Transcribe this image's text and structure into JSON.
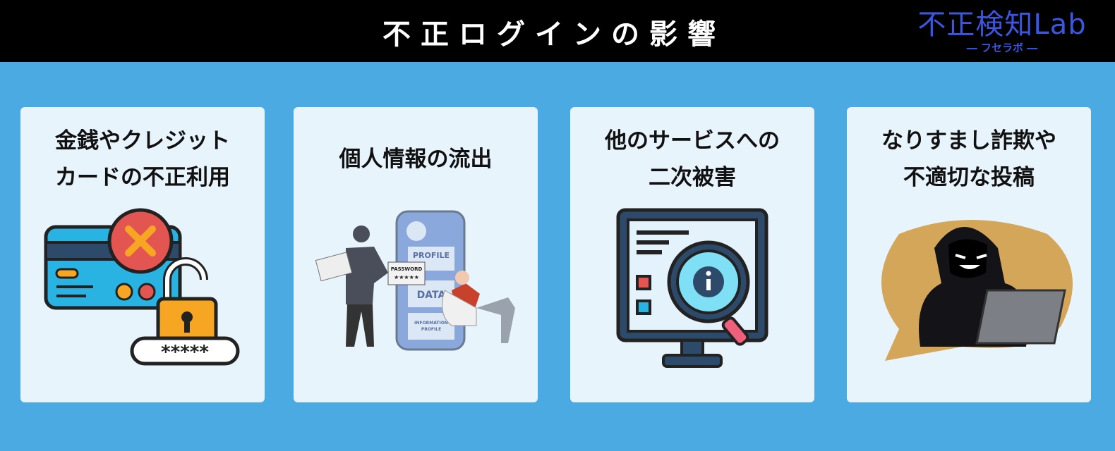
{
  "header": {
    "title": "不正ログインの影響"
  },
  "logo": {
    "main": "不正検知Lab",
    "sub": "― フセラボ ―"
  },
  "cards": [
    {
      "title": "金銭やクレジット\nカードの不正利用",
      "icon": "credit-card-lock-icon",
      "password_mask": "*****"
    },
    {
      "title": "個人情報の流出",
      "icon": "data-theft-illustration",
      "labels": {
        "profile": "PROFILE",
        "password": "PASSWORD",
        "stars": "★★★★★",
        "data": "DATA",
        "info1": "INFORMATION",
        "info2": "PROFILE"
      }
    },
    {
      "title": "他のサービスへの\n二次被害",
      "icon": "monitor-search-icon"
    },
    {
      "title": "なりすまし詐欺や\n不適切な投稿",
      "icon": "hacker-laptop-icon"
    }
  ]
}
